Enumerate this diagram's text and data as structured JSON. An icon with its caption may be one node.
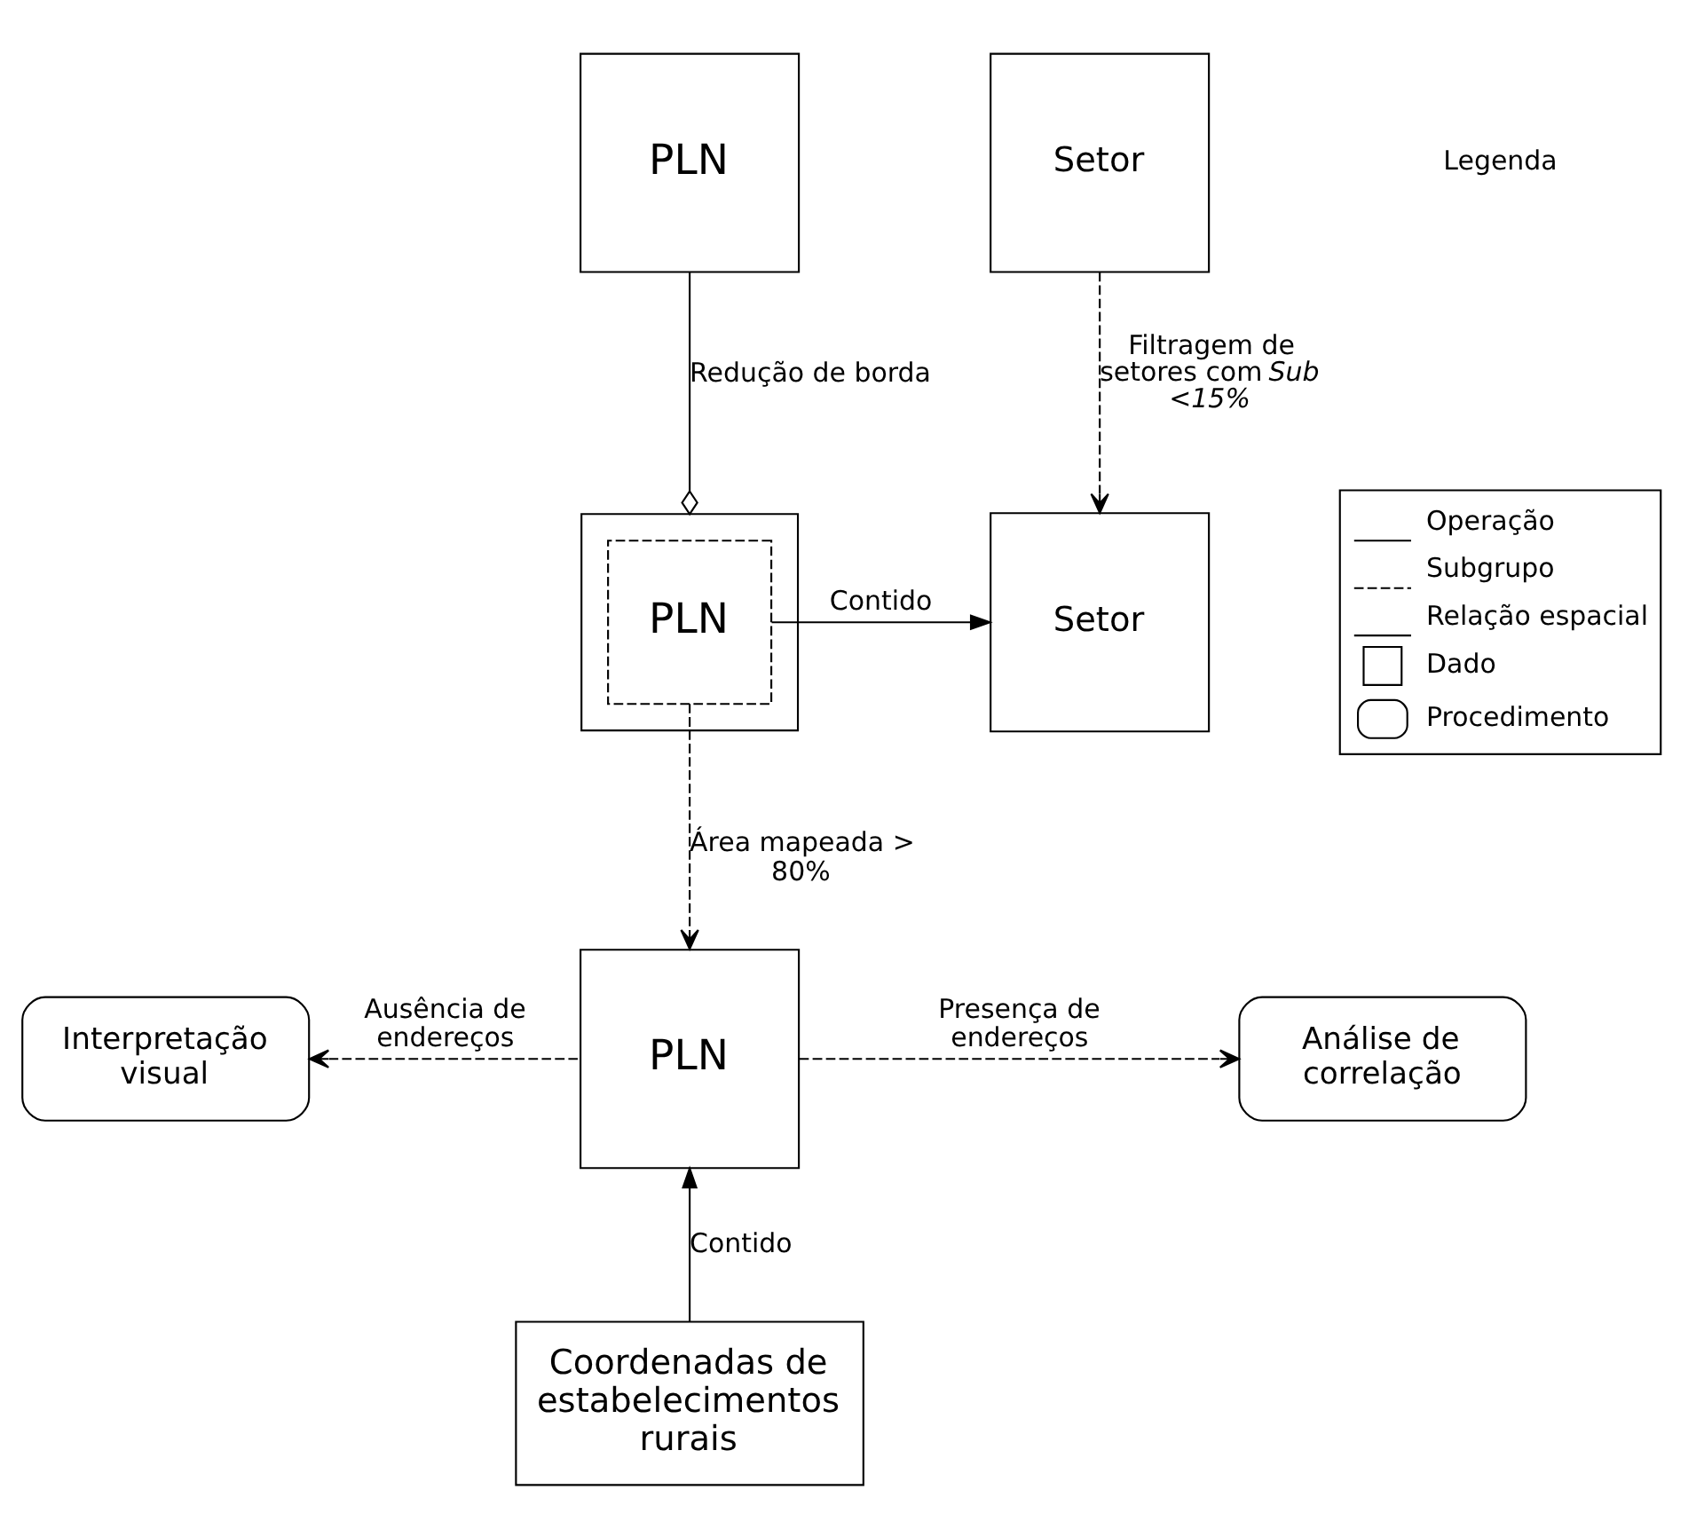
{
  "diagram": {
    "nodes": [
      {
        "text": [
          "PLN"
        ]
      },
      {
        "text": [
          "Setor"
        ]
      },
      {
        "text": [],
        "shape": "box"
      },
      {
        "text": [
          "PLN"
        ],
        "in": 2
      },
      {
        "text": [
          "Setor"
        ]
      },
      {
        "text": [
          "PLN"
        ]
      },
      {
        "text": [
          "Interpretação visual"
        ]
      },
      {
        "text": [
          "Análise de correlação"
        ]
      },
      {
        "text": [
          "Coordenadas de estabelecimentos rurais"
        ]
      }
    ],
    "edges": [
      {
        "from": 0,
        "to": 2,
        "arrow": "other",
        "label": "Redução de borda"
      },
      {
        "from": 1,
        "to": 4,
        "arrow": "to",
        "style": "dashed",
        "label": "Filtragem de setores com *Sub <15%*"
      },
      {
        "from": 3,
        "to": 4,
        "arrow": "to",
        "label": "Contido"
      },
      {
        "from": 3,
        "to": 5,
        "arrow": "to",
        "style": "dashed",
        "label": "Área mapeada > 80%"
      },
      {
        "from": 5,
        "to": 6,
        "arrow": "to",
        "style": "dashed",
        "label": "Ausência de endereços"
      },
      {
        "from": 5,
        "to": 7,
        "arrow": "to",
        "style": "dashed",
        "label": "Presença de endereços"
      },
      {
        "from": 8,
        "to": 5,
        "arrow": "to",
        "label": "Contido"
      }
    ],
    "labels": [
      "Legenda"
    ],
    "legend": [
      {
        "text": "Operação"
      },
      {
        "text": "Subgrupo"
      },
      {
        "text": "Relação espacial"
      },
      {
        "text": "Dado"
      },
      {
        "text": "Procedimento"
      }
    ]
  }
}
